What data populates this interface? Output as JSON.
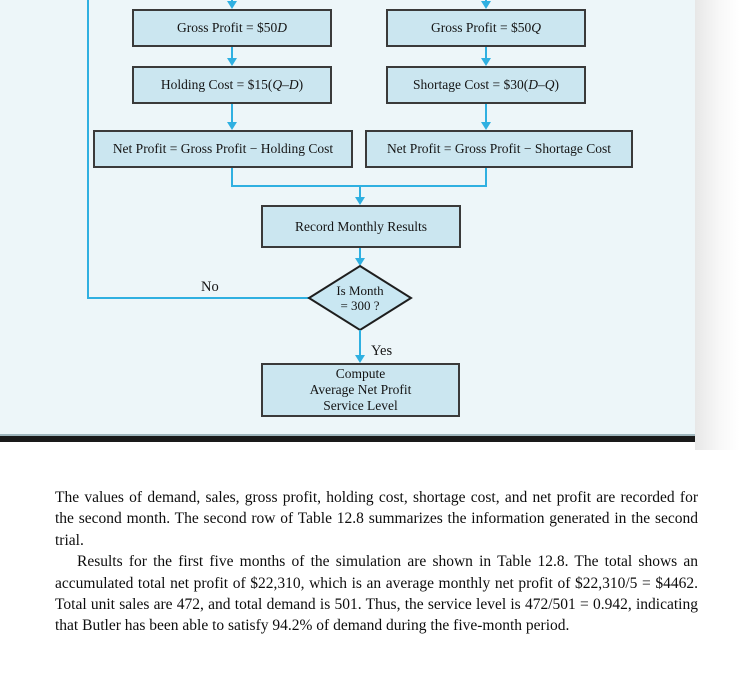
{
  "colors": {
    "figure_background": "#edf6f9",
    "box_fill": "#cbe6f0",
    "box_border": "#3a3a3a",
    "connector_cyan": "#2fb0e1",
    "divider_bar": "#1a1a1a"
  },
  "flowchart": {
    "left_branch": {
      "gross_profit": [
        {
          "t": "Gross Profit = $50"
        },
        {
          "t": "D",
          "i": true
        }
      ],
      "cost": [
        {
          "t": "Holding Cost = $15("
        },
        {
          "t": "Q",
          "i": true
        },
        {
          "t": " – "
        },
        {
          "t": "D",
          "i": true
        },
        {
          "t": ")"
        }
      ],
      "net_profit": [
        {
          "t": "Net Profit = Gross Profit − Holding Cost"
        }
      ]
    },
    "right_branch": {
      "gross_profit": [
        {
          "t": "Gross Profit = $50"
        },
        {
          "t": "Q",
          "i": true
        }
      ],
      "cost": [
        {
          "t": "Shortage Cost = $30("
        },
        {
          "t": "D",
          "i": true
        },
        {
          "t": " – "
        },
        {
          "t": "Q",
          "i": true
        },
        {
          "t": ")"
        }
      ],
      "net_profit": [
        {
          "t": "Net Profit = Gross Profit − Shortage Cost"
        }
      ]
    },
    "record_box": "Record Monthly Results",
    "decision": {
      "line1": "Is Month",
      "line2": "= 300 ?"
    },
    "no_label": "No",
    "yes_label": "Yes",
    "compute_box": {
      "line1": "Compute",
      "line2": "Average Net Profit",
      "line3": "Service Level"
    }
  },
  "body": {
    "paragraph1": "The values of demand, sales, gross profit, holding cost, shortage cost, and net profit are recorded for the second month. The second row of Table 12.8 summarizes the information generated in the second trial.",
    "paragraph2": "Results for the first five months of the simulation are shown in Table 12.8. The total shows an accumulated total net profit of $22,310, which is an average monthly net profit of $22,310/5 = $4462. Total unit sales are 472, and total demand is 501. Thus, the service level is 472/501 = 0.942, indicating that Butler has been able to satisfy 94.2% of demand during the five-month period."
  }
}
